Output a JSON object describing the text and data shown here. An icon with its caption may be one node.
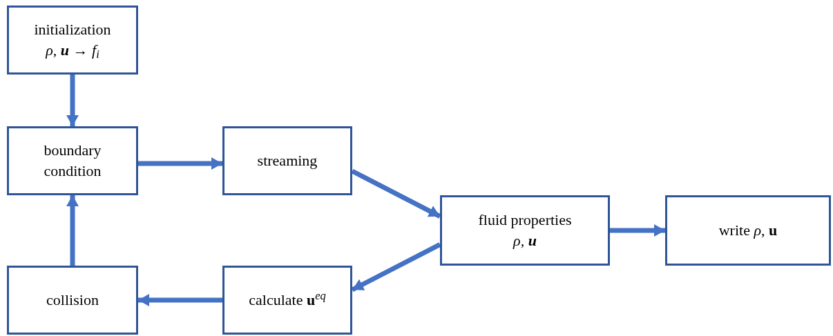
{
  "diagram": {
    "nodes": [
      {
        "text": [
          "initialization",
          "ρ, **u** → f$_{i}$"
        ]
      },
      {
        "text": [
          "boundary condition"
        ]
      },
      {
        "text": [
          "streaming"
        ]
      },
      {
        "text": [
          "fluid properties",
          "ρ, **u**"
        ]
      },
      {
        "text": [
          "write *ρ*, **u**"
        ]
      },
      {
        "text": [
          "calculate **u**$^{eq}$"
        ]
      },
      {
        "text": [
          "collision"
        ]
      }
    ],
    "edges": [
      {
        "from": 0,
        "to": 1,
        "arrow": "to"
      },
      {
        "from": 1,
        "to": 2,
        "arrow": "to"
      },
      {
        "from": 2,
        "to": 3,
        "arrow": "to"
      },
      {
        "from": 3,
        "to": 4,
        "arrow": "to"
      },
      {
        "from": 3,
        "to": 5,
        "arrow": "to"
      },
      {
        "from": 5,
        "to": 6,
        "arrow": "to"
      },
      {
        "from": 6,
        "to": 1,
        "arrow": "to"
      }
    ]
  }
}
